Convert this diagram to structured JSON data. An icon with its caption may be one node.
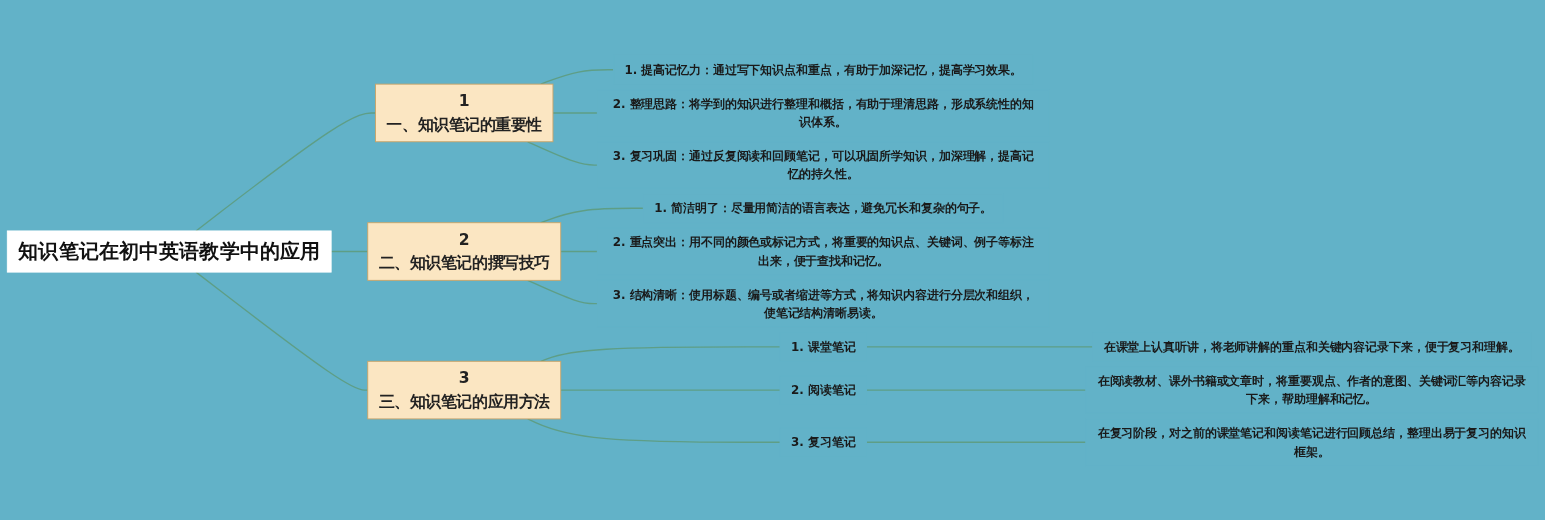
{
  "diagram": {
    "nodes": [
      {
        "text": [
          "知识笔记在初中英语教学中的应用"
        ]
      },
      {
        "text": [
          "1",
          "一、知识笔记的重要性"
        ]
      },
      {
        "text": [
          "1. 提高记忆力：通过写下知识点和重点，有助于加深记忆，提高学习效果。"
        ]
      },
      {
        "text": [
          "2. 整理思路：将学到的知识进行整理和概括，有助于理清思路，形成系统性的知识体系。"
        ]
      },
      {
        "text": [
          "3. 复习巩固：通过反复阅读和回顾笔记，可以巩固所学知识，加深理解，提高记忆的持久性。"
        ]
      },
      {
        "text": [
          "2",
          "二、知识笔记的撰写技巧"
        ]
      },
      {
        "text": [
          "1. 简洁明了：尽量用简洁的语言表达，避免冗长和复杂的句子。"
        ]
      },
      {
        "text": [
          "2. 重点突出：用不同的颜色或标记方式，将重要的知识点、关键词、例子等标注出来，便于查找和记忆。"
        ]
      },
      {
        "text": [
          "3. 结构清晰：使用标题、编号或者缩进等方式，将知识内容进行分层次和组织，使笔记结构清晰易读。"
        ]
      },
      {
        "text": [
          "3",
          "三、知识笔记的应用方法"
        ]
      },
      {
        "text": [
          "1. 课堂笔记"
        ]
      },
      {
        "text": [
          "在课堂上认真听讲，将老师讲解的重点和关键内容记录下来，便于复习和理解。"
        ]
      },
      {
        "text": [
          "2. 阅读笔记"
        ]
      },
      {
        "text": [
          "在阅读教材、课外书籍或文章时，将重要观点、作者的意图、关键词汇等内容记录下来，帮助理解和记忆。"
        ]
      },
      {
        "text": [
          "3. 复习笔记"
        ]
      },
      {
        "text": [
          "在复习阶段，对之前的课堂笔记和阅读笔记进行回顾总结，整理出易于复习的知识框架。"
        ]
      }
    ],
    "edges": [
      {
        "from": 0,
        "to": 1,
        "arrow": "none"
      },
      {
        "from": 1,
        "to": 2,
        "arrow": "none"
      },
      {
        "from": 1,
        "to": 3,
        "arrow": "none"
      },
      {
        "from": 1,
        "to": 4,
        "arrow": "none"
      },
      {
        "from": 0,
        "to": 5,
        "arrow": "none"
      },
      {
        "from": 5,
        "to": 6,
        "arrow": "none"
      },
      {
        "from": 5,
        "to": 7,
        "arrow": "none"
      },
      {
        "from": 5,
        "to": 8,
        "arrow": "none"
      },
      {
        "from": 0,
        "to": 9,
        "arrow": "none"
      },
      {
        "from": 9,
        "to": 10,
        "arrow": "none"
      },
      {
        "from": 10,
        "to": 11,
        "arrow": "none"
      },
      {
        "from": 9,
        "to": 12,
        "arrow": "none"
      },
      {
        "from": 12,
        "to": 13,
        "arrow": "none"
      },
      {
        "from": 9,
        "to": 14,
        "arrow": "none"
      },
      {
        "from": 14,
        "to": 15,
        "arrow": "none"
      }
    ]
  }
}
